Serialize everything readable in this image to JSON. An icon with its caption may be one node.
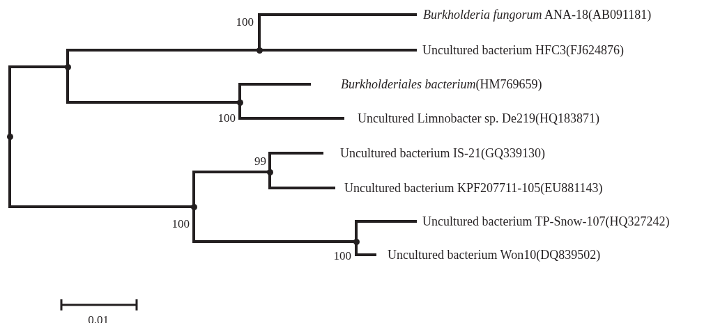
{
  "diagram": {
    "nodes": [
      {
        "text": [],
        "shape": "point"
      },
      {
        "text": [],
        "shape": "point"
      },
      {
        "text": [],
        "shape": "point",
        "beside": [
          "100"
        ]
      },
      {
        "text": [
          "*Burkholderia fungorum* ANA-18(AB091181)"
        ]
      },
      {
        "text": [
          "Uncultured bacterium HFC3(FJ624876)"
        ]
      },
      {
        "text": [],
        "shape": "point",
        "beside": [
          "100"
        ]
      },
      {
        "text": [
          "*Burkholderiales bacterium*(HM769659)"
        ]
      },
      {
        "text": [
          "Uncultured Limnobacter sp. De219(HQ183871)"
        ]
      },
      {
        "text": [],
        "shape": "point",
        "beside": [
          "100"
        ]
      },
      {
        "text": [],
        "shape": "point",
        "beside": [
          "99"
        ]
      },
      {
        "text": [
          "Uncultured bacterium IS-21(GQ339130)"
        ]
      },
      {
        "text": [
          "Uncultured bacterium KPF207711-105(EU881143)"
        ]
      },
      {
        "text": [],
        "shape": "point",
        "beside": [
          "100"
        ]
      },
      {
        "text": [
          "Uncultured bacterium TP-Snow-107(HQ327242)"
        ]
      },
      {
        "text": [
          "Uncultured bacterium Won10(DQ839502)"
        ]
      }
    ],
    "edges": [
      {
        "from": 0,
        "to": 1,
        "arrow": "none"
      },
      {
        "from": 0,
        "to": 8,
        "arrow": "none"
      },
      {
        "from": 1,
        "to": 2,
        "arrow": "none"
      },
      {
        "from": 1,
        "to": 5,
        "arrow": "none"
      },
      {
        "from": 2,
        "to": 3,
        "arrow": "none"
      },
      {
        "from": 2,
        "to": 4,
        "arrow": "none"
      },
      {
        "from": 5,
        "to": 6,
        "arrow": "none"
      },
      {
        "from": 5,
        "to": 7,
        "arrow": "none"
      },
      {
        "from": 8,
        "to": 9,
        "arrow": "none"
      },
      {
        "from": 8,
        "to": 12,
        "arrow": "none"
      },
      {
        "from": 9,
        "to": 10,
        "arrow": "none"
      },
      {
        "from": 9,
        "to": 11,
        "arrow": "none"
      },
      {
        "from": 12,
        "to": 13,
        "arrow": "none"
      },
      {
        "from": 12,
        "to": 14,
        "arrow": "none"
      }
    ],
    "labels": [
      "0.01"
    ]
  }
}
